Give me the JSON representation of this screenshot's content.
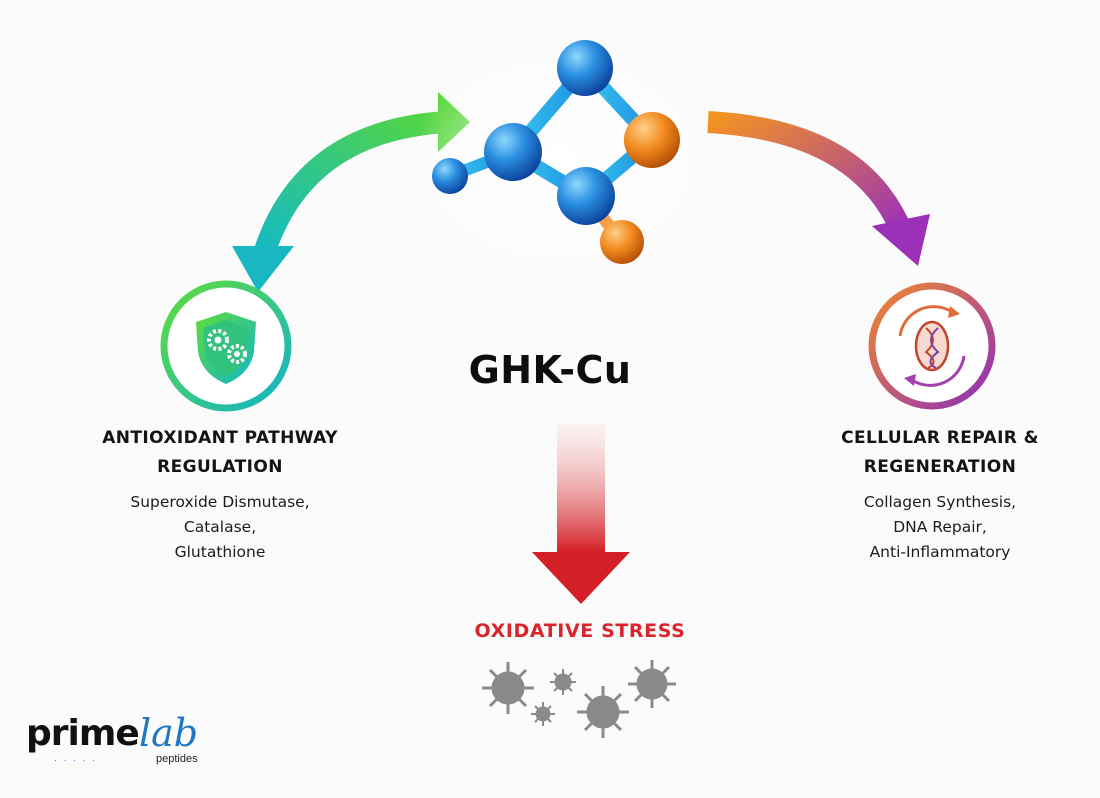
{
  "title": "GHK-Cu",
  "left": {
    "heading_line1": "ANTIOXIDANT PATHWAY",
    "heading_line2": "REGULATION",
    "items": [
      "Superoxide Dismutase,",
      "Catalase,",
      "Glutathione"
    ],
    "icon": "shield-gears-icon"
  },
  "right": {
    "heading_line1": "CELLULAR REPAIR &",
    "heading_line2": "REGENERATION",
    "items": [
      "Collagen Synthesis,",
      "DNA Repair,",
      "Anti-Inflammatory"
    ],
    "icon": "cell-dna-cycle-icon"
  },
  "bottom": {
    "label": "OXIDATIVE STRESS",
    "icon": "free-radical-particles-icon"
  },
  "logo": {
    "main": "prime",
    "accent": "lab",
    "sub": "peptides"
  },
  "colors": {
    "green": "#3ed65a",
    "teal": "#17b3c3",
    "orange": "#f08a24",
    "purple": "#8a2fb0",
    "red": "#d9262c",
    "blue": "#1a7fd6",
    "gray": "#8a8a8a"
  }
}
